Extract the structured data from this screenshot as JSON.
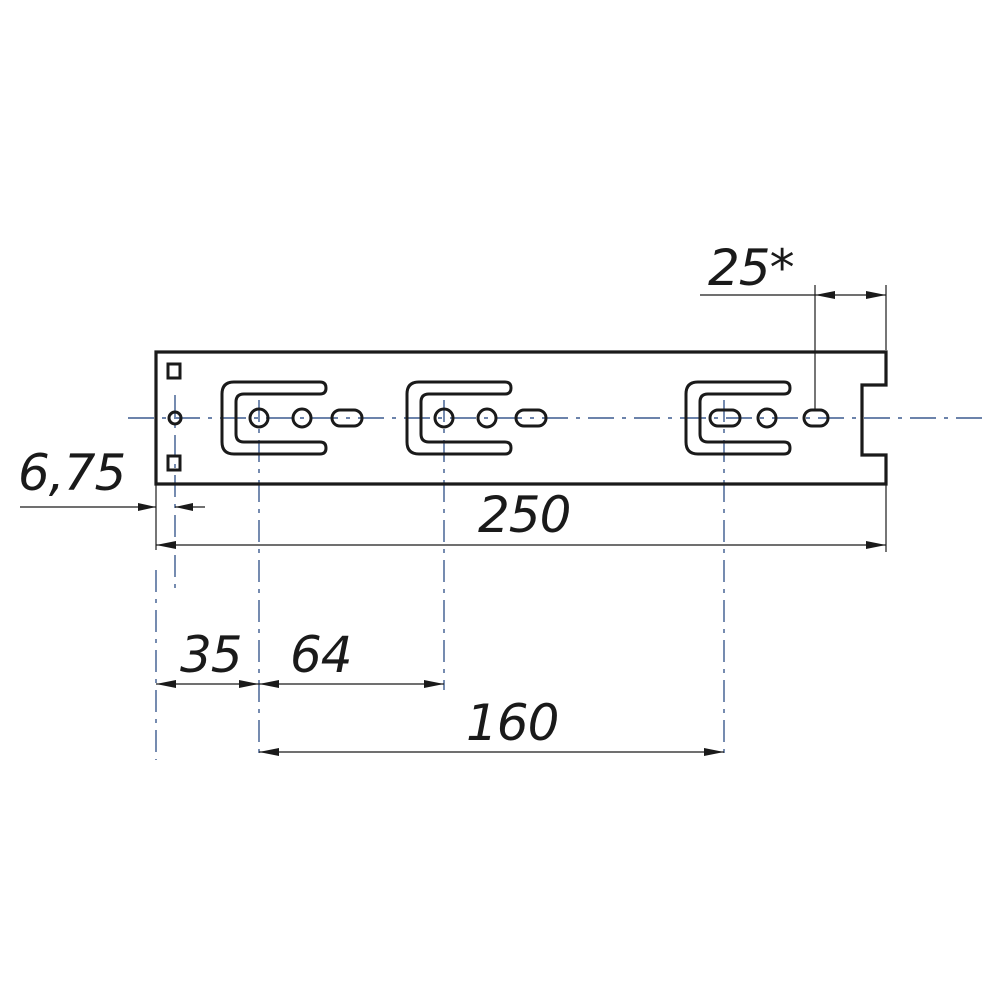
{
  "drawing": {
    "dimensions": {
      "offset_small": "6,75",
      "total_length": "250",
      "first_hole": "35",
      "hole_pitch": "64",
      "span": "160",
      "end_slot": "25*"
    },
    "colors": {
      "outline": "#1a1a1a",
      "centerline": "#3b5a8f"
    }
  }
}
